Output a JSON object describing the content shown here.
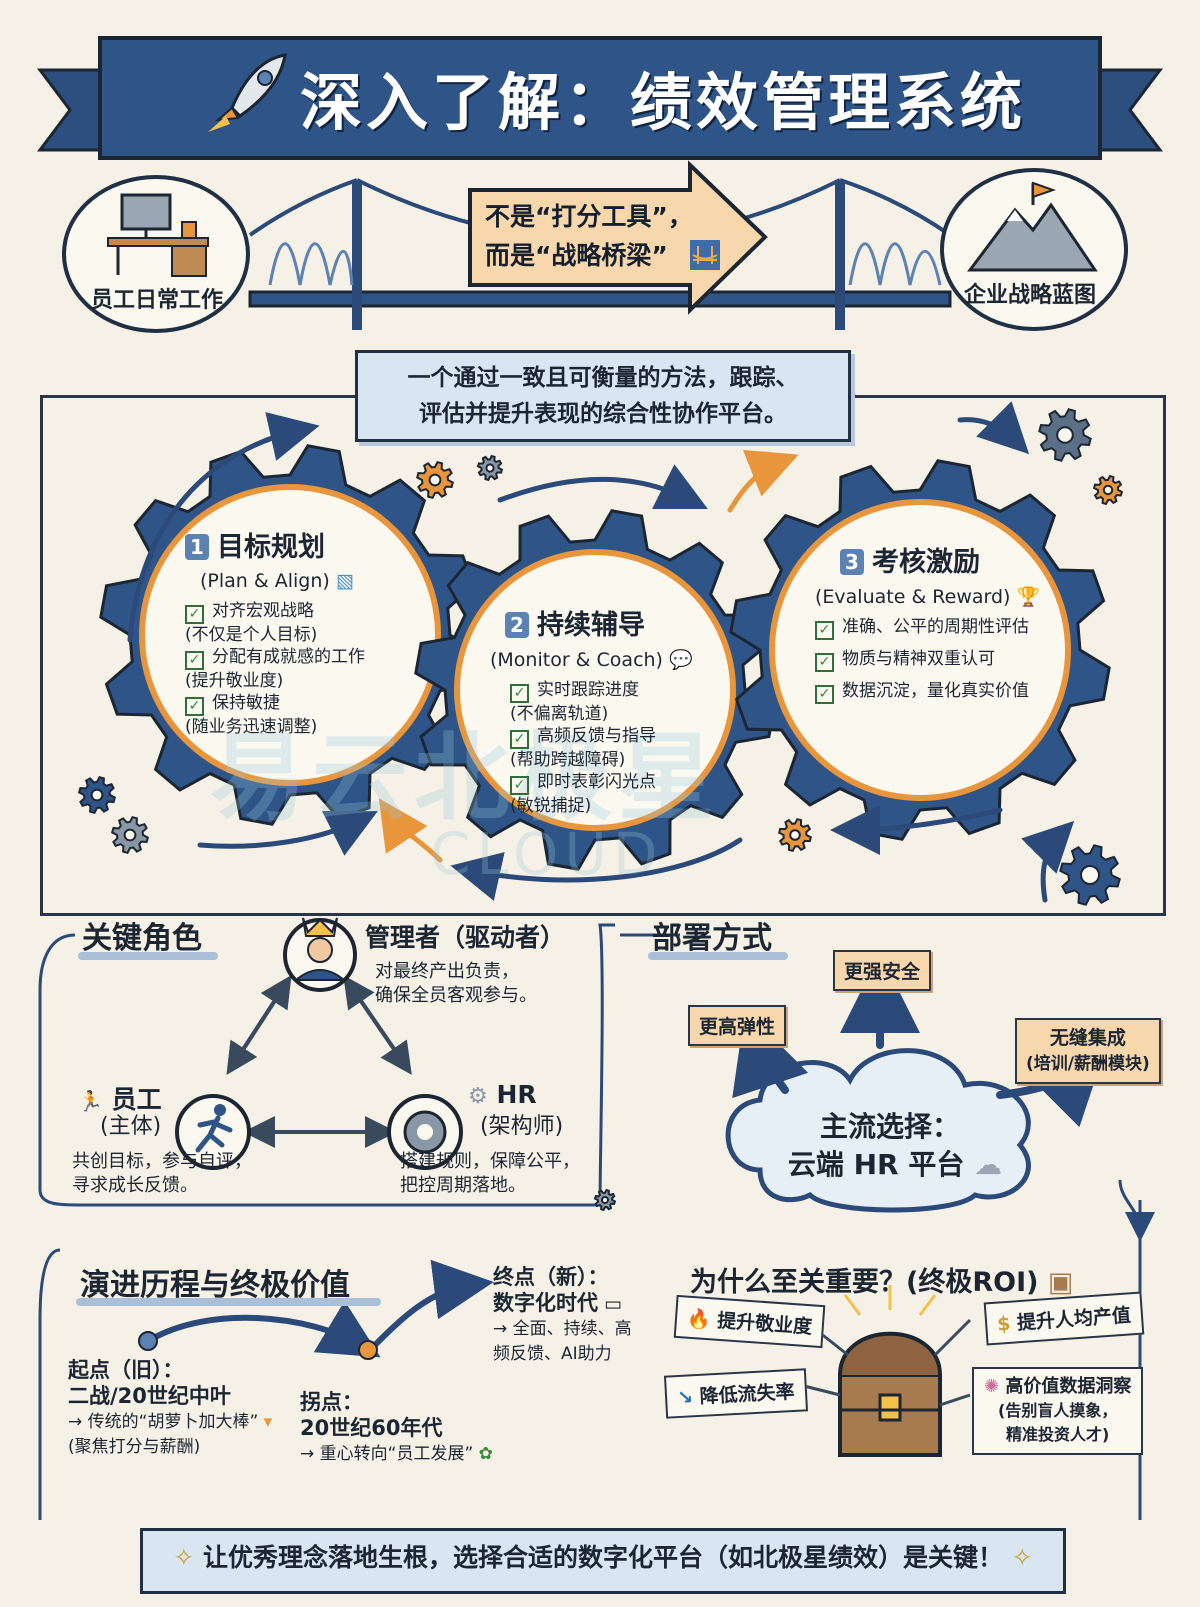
{
  "header": {
    "title": "深入了解：绩效管理系统"
  },
  "bridge": {
    "left_label": "员工日常工作",
    "right_label": "企业战略蓝图",
    "arrow_line1": "不是“打分工具”，",
    "arrow_line2": "而是“战略桥梁”"
  },
  "definition": {
    "line1": "一个通过一致且可衡量的方法，跟踪、",
    "line2": "评估并提升表现的综合性协作平台。"
  },
  "gears": [
    {
      "num": "1",
      "title": "目标规划",
      "subtitle": "(Plan & Align)",
      "items": [
        {
          "text": "对齐宏观战略",
          "sub": "(不仅是个人目标)"
        },
        {
          "text": "分配有成就感的工作",
          "sub": "(提升敬业度)"
        },
        {
          "text": "保持敏捷",
          "sub": "(随业务迅速调整)"
        }
      ]
    },
    {
      "num": "2",
      "title": "持续辅导",
      "subtitle": "(Monitor & Coach)",
      "items": [
        {
          "text": "实时跟踪进度",
          "sub": "(不偏离轨道)"
        },
        {
          "text": "高频反馈与指导",
          "sub": "(帮助跨越障碍)"
        },
        {
          "text": "即时表彰闪光点",
          "sub": "(敏锐捕捉)"
        }
      ]
    },
    {
      "num": "3",
      "title": "考核激励",
      "subtitle": "(Evaluate & Reward)",
      "items": [
        {
          "text": "准确、公平的周期性评估",
          "sub": ""
        },
        {
          "text": "物质与精神双重认可",
          "sub": ""
        },
        {
          "text": "数据沉淀，量化真实价值",
          "sub": ""
        }
      ]
    }
  ],
  "watermark": {
    "line1": "易云北极星",
    "line2": "CLOUD"
  },
  "roles": {
    "heading": "关键角色",
    "manager": {
      "title": "管理者（驱动者）",
      "desc1": "对最终产出负责，",
      "desc2": "确保全员客观参与。"
    },
    "employee": {
      "title": "员工",
      "sub": "(主体)",
      "desc1": "共创目标，参与自评，",
      "desc2": "寻求成长反馈。"
    },
    "hr": {
      "title": "HR",
      "sub": "(架构师)",
      "desc1": "搭建规则，保障公平，",
      "desc2": "把控周期落地。"
    }
  },
  "deploy": {
    "heading": "部署方式",
    "tag_security": "更强安全",
    "tag_flex": "更高弹性",
    "tag_integ1": "无缝集成",
    "tag_integ2": "(培训/薪酬模块)",
    "cloud_line1": "主流选择：",
    "cloud_line2": "云端 HR 平台"
  },
  "timeline": {
    "heading": "演进历程与终极价值",
    "start": {
      "title": "起点（旧）：",
      "era": "二战/20世纪中叶",
      "note1": "→ 传统的“胡萝卜加大棒”",
      "note2": "(聚焦打分与薪酬)"
    },
    "pivot": {
      "title": "拐点：",
      "era": "20世纪60年代",
      "note1": "→ 重心转向“员工发展”"
    },
    "end": {
      "title": "终点（新）：",
      "era": "数字化时代",
      "note1": "→ 全面、持续、高",
      "note2": "频反馈、AI助力"
    }
  },
  "roi": {
    "heading": "为什么至关重要？(终极ROI)",
    "engagement": "提升敬业度",
    "output": "提升人均产值",
    "turnover": "降低流失率",
    "insight1": "高价值数据洞察",
    "insight2": "(告别盲人摸象，",
    "insight3": "精准投资人才)"
  },
  "footer": {
    "text": "让优秀理念落地生根，选择合适的数字化平台（如北极星绩效）是关键！"
  },
  "colors": {
    "navy": "#2b4a7a",
    "orange": "#e8953c",
    "light_blue": "#d9e6f2",
    "paper": "#f6f1e6"
  }
}
